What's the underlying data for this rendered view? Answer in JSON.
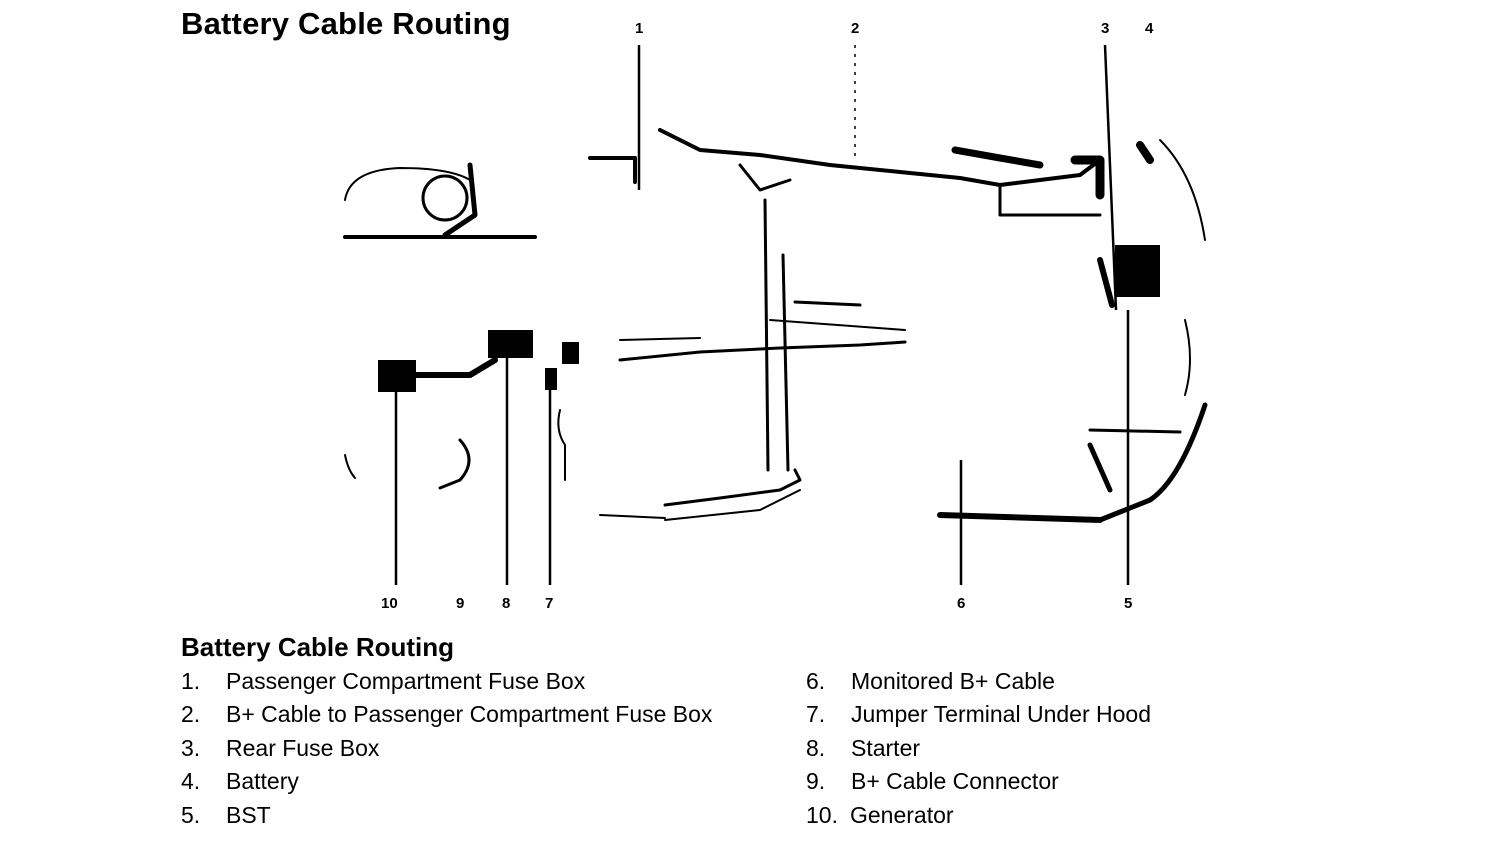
{
  "diagram": {
    "title": "Battery Cable Routing",
    "callouts": {
      "c1": "1",
      "c2": "2",
      "c3": "3",
      "c4": "4",
      "c5": "5",
      "c6": "6",
      "c7": "7",
      "c8": "8",
      "c9": "9",
      "c10": "10"
    }
  },
  "legend": {
    "title": "Battery Cable Routing",
    "items": [
      {
        "num": "1.",
        "label": "Passenger Compartment Fuse Box"
      },
      {
        "num": "2.",
        "label": "B+ Cable to Passenger Compartment Fuse Box"
      },
      {
        "num": "3.",
        "label": "Rear Fuse Box"
      },
      {
        "num": "4.",
        "label": "Battery"
      },
      {
        "num": "5.",
        "label": "BST"
      },
      {
        "num": "6.",
        "label": "Monitored B+ Cable"
      },
      {
        "num": "7.",
        "label": "Jumper Terminal Under Hood"
      },
      {
        "num": "8.",
        "label": "Starter"
      },
      {
        "num": "9.",
        "label": "B+ Cable Connector"
      },
      {
        "num": "10.",
        "label": "Generator"
      }
    ]
  }
}
